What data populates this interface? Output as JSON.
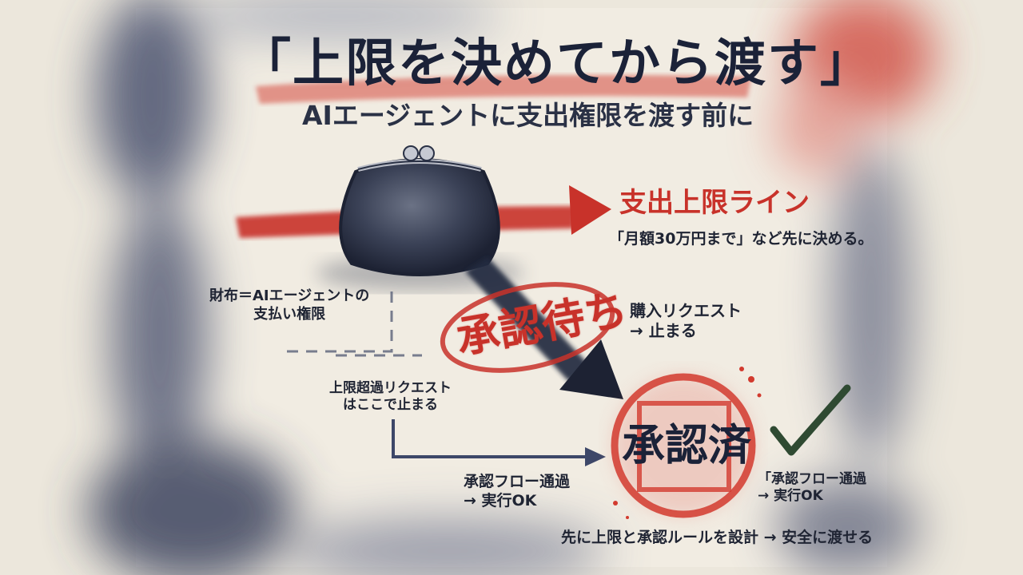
{
  "title": "「上限を決めてから渡す」",
  "subtitle": "AIエージェントに支出権限を渡す前に",
  "limit_line": {
    "label": "支出上限ライン",
    "note": "「月額30万円まで」など先に決める。"
  },
  "wallet": {
    "line1": "財布＝AIエージェントの",
    "line2": "支払い権限"
  },
  "stamp_pending": "承認待ち",
  "purchase_request": {
    "line1": "購入リクエスト",
    "line2": "→ 止まる"
  },
  "over_limit": {
    "line1": "上限超過リクエスト",
    "line2": "はここで止まる"
  },
  "stamp_approved": "承認済",
  "flow_pass_left": {
    "line1": "承認フロー通過",
    "line2": "→ 実行OK"
  },
  "flow_pass_right": {
    "line1": "「承認フロー通過",
    "line2": "→ 実行OK"
  },
  "footer": "先に上限と承認ルールを設計 → 安全に渡せる",
  "colors": {
    "accent_red": "#c8322a",
    "ink_navy": "#1b2238",
    "check_green": "#2f4a32",
    "paper": "#ece7dc"
  }
}
